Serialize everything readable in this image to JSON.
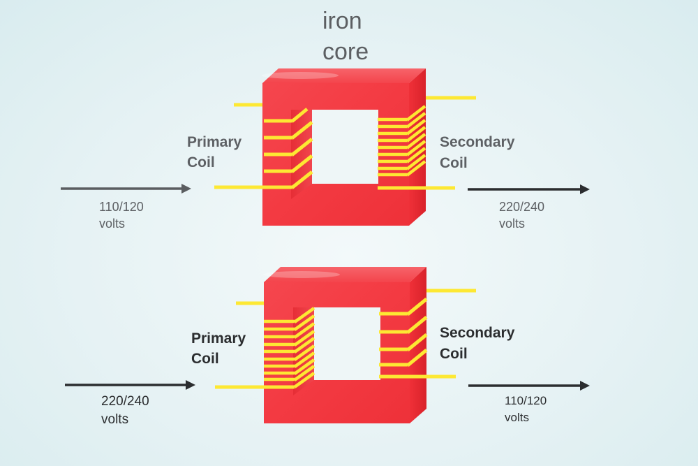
{
  "title": {
    "line1": "iron",
    "line2": "core"
  },
  "colors": {
    "core_red": "#f4363f",
    "core_top": "#f65058",
    "core_side": "#e2262e",
    "coil_yellow": "#fde833",
    "arrow_top": "#5a5d60",
    "arrow_bottom": "#2b2d2f",
    "text_top": "#5d6064",
    "text_bottom": "#2b2d2f"
  },
  "step_up": {
    "primary": {
      "line1": "Primary",
      "line2": "Coil",
      "turns": 5
    },
    "secondary": {
      "line1": "Secondary",
      "line2": "Coil",
      "turns": 10
    },
    "input_voltage": {
      "value": "110/120",
      "unit": "volts"
    },
    "output_voltage": {
      "value": "220/240",
      "unit": "volts"
    }
  },
  "step_down": {
    "primary": {
      "line1": "Primary",
      "line2": "Coil",
      "turns": 10
    },
    "secondary": {
      "line1": "Secondary",
      "line2": "Coil",
      "turns": 4
    },
    "input_voltage": {
      "value": "220/240",
      "unit": "volts"
    },
    "output_voltage": {
      "value": "110/120",
      "unit": "volts"
    }
  }
}
